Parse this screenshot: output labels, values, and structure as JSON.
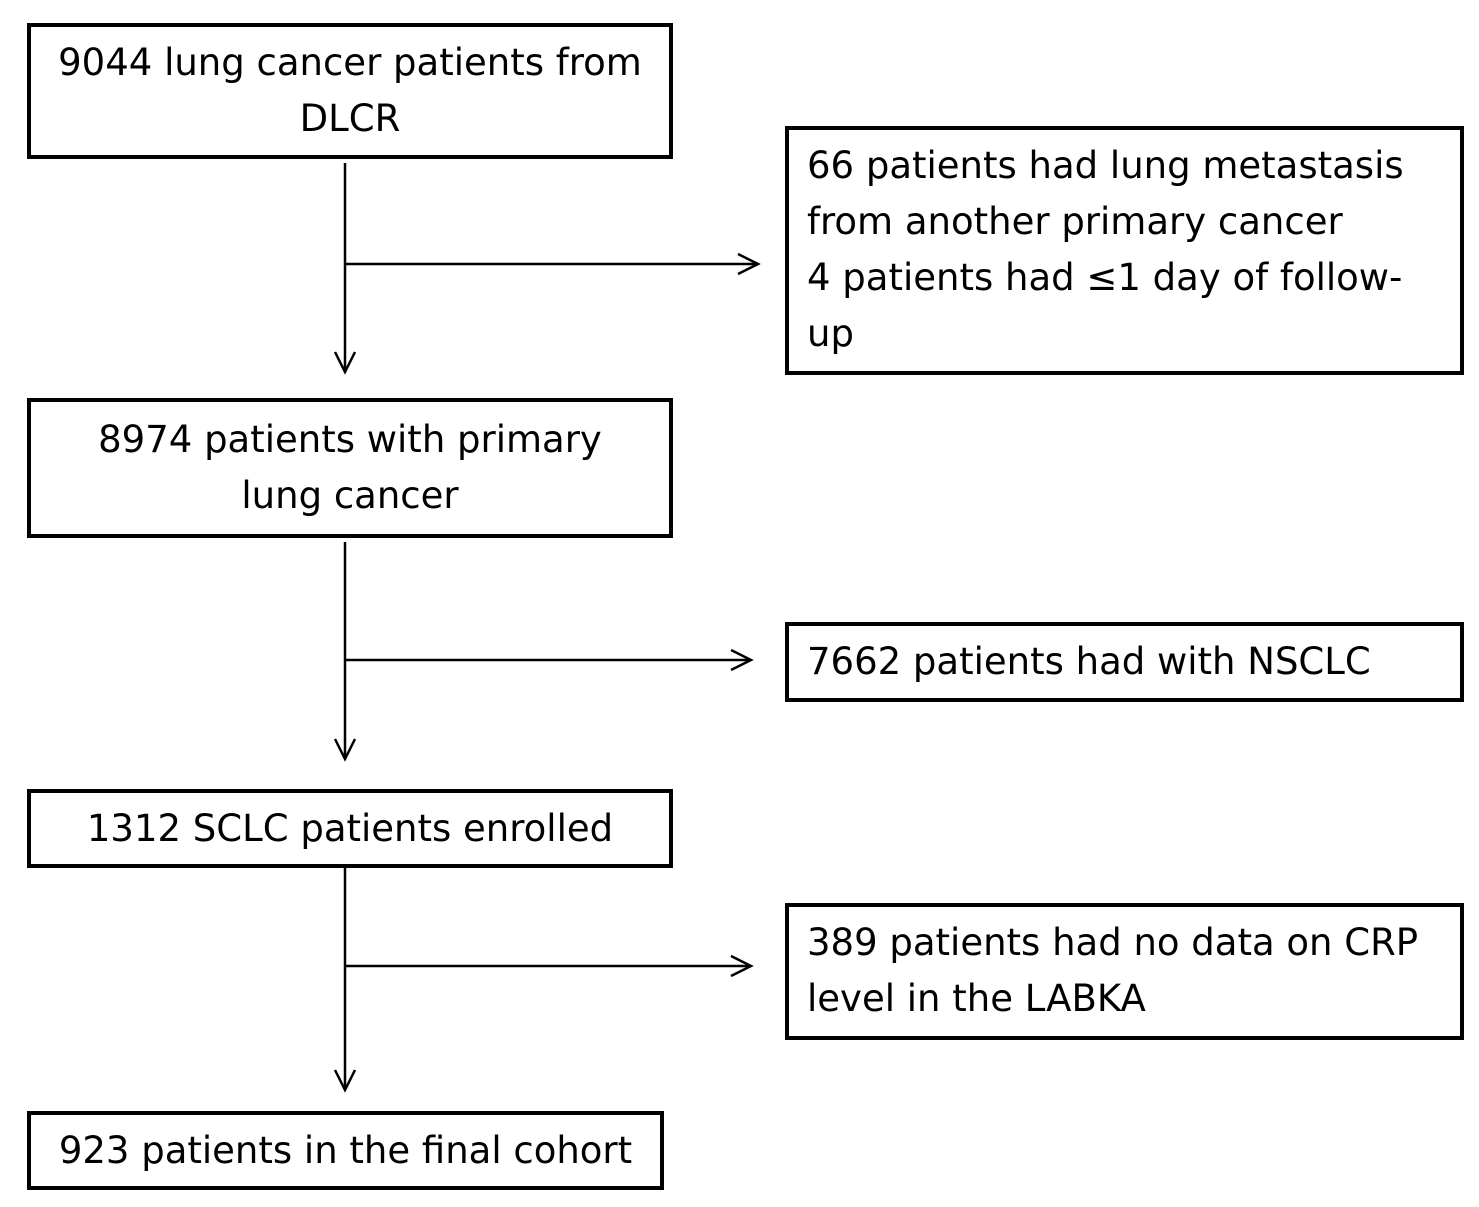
{
  "flowchart": {
    "main_steps": [
      {
        "lines": [
          "9044 lung cancer patients from",
          "DLCR"
        ]
      },
      {
        "lines": [
          "8974 patients with primary",
          "lung cancer"
        ]
      },
      {
        "lines": [
          "1312 SCLC patients enrolled"
        ]
      },
      {
        "lines": [
          "923 patients in the final cohort"
        ]
      }
    ],
    "exclusions": [
      {
        "lines": [
          "66 patients had lung metastasis",
          "from another primary cancer",
          "4 patients had ≤1 day of follow-",
          "up"
        ]
      },
      {
        "lines": [
          "7662 patients had with NSCLC"
        ]
      },
      {
        "lines": [
          "389 patients had no data on CRP",
          "level in the LABKA"
        ]
      }
    ]
  },
  "colors": {
    "border": "#000000",
    "background": "#ffffff",
    "text": "#000000"
  }
}
